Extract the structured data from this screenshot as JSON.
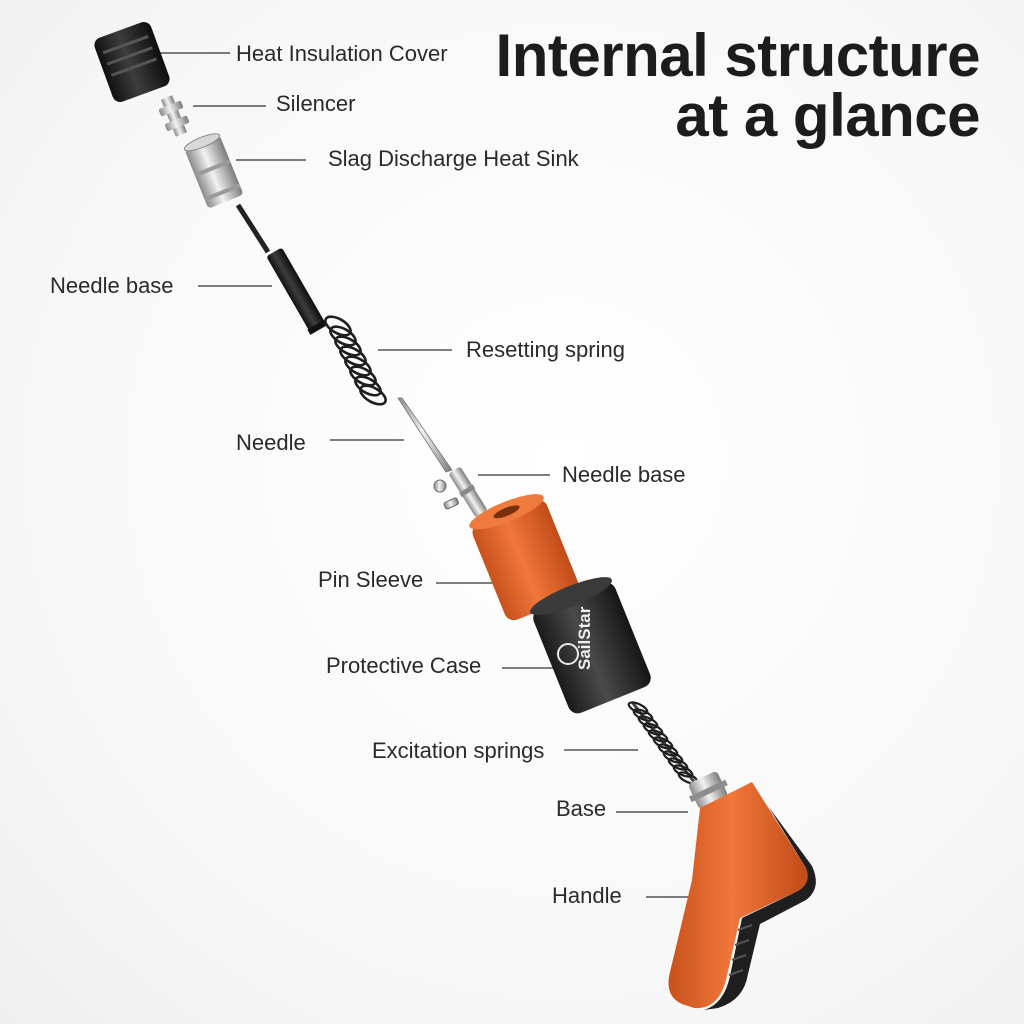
{
  "title": {
    "line1": "Internal structure",
    "line2": "at a glance"
  },
  "labels": {
    "heat_insulation_cover": "Heat Insulation Cover",
    "silencer": "Silencer",
    "slag_discharge_heat_sink": "Slag Discharge Heat Sink",
    "needle_base_upper": "Needle base",
    "resetting_spring": "Resetting spring",
    "needle": "Needle",
    "needle_base_lower": "Needle base",
    "pin_sleeve": "Pin Sleeve",
    "protective_case": "Protective Case",
    "excitation_springs": "Excitation springs",
    "base": "Base",
    "handle": "Handle"
  },
  "brand": "SailStar",
  "colors": {
    "orange": "#e8672a",
    "dark": "#2b2b2b",
    "steel": "#b9b9b9"
  }
}
